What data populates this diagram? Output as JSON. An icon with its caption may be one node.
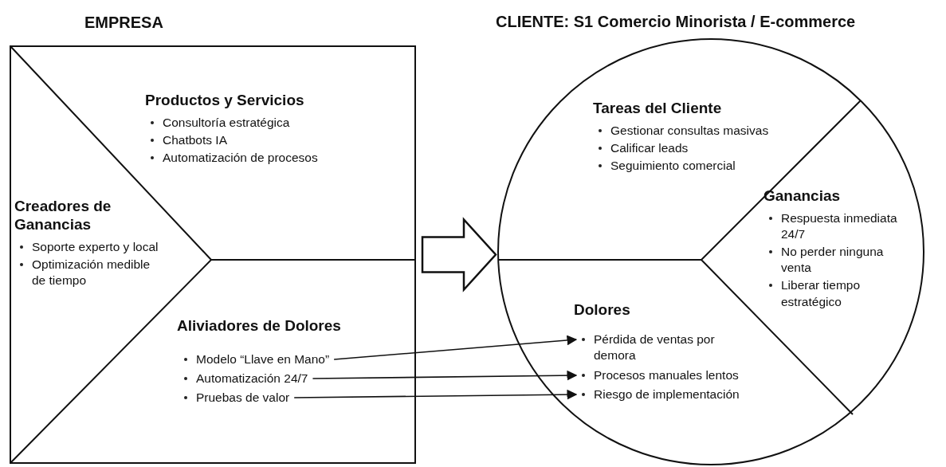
{
  "diagram": {
    "nodes": [
      {
        "text": [
          "EMPRESA"
        ]
      },
      {
        "text": [
          "Productos y Servicios",
          "Consultoría estratégica",
          "Chatbots IA",
          "Automatización de procesos"
        ],
        "in": 0
      },
      {
        "text": [
          "Creadores de Ganancias",
          "Soporte experto y local",
          "Optimización medible de tiempo"
        ],
        "in": 0
      },
      {
        "text": [
          "Aliviadores de Dolores"
        ],
        "in": 0
      },
      {
        "text": [
          "Modelo “Llave en Mano”"
        ],
        "in": 3
      },
      {
        "text": [
          "Automatización 24/7"
        ],
        "in": 3
      },
      {
        "text": [
          "Pruebas de valor"
        ],
        "in": 3
      },
      {
        "text": [
          "CLIENTE: S1 Comercio Minorista / E-commerce"
        ]
      },
      {
        "text": [
          "Tareas del Cliente",
          "Gestionar consultas masivas",
          "Calificar leads",
          "Seguimiento comercial"
        ],
        "in": 7
      },
      {
        "text": [
          "Ganancias",
          "Respuesta inmediata 24/7",
          "No perder ninguna venta",
          "Liberar tiempo estratégico"
        ],
        "in": 7
      },
      {
        "text": [
          "Dolores"
        ],
        "in": 7
      },
      {
        "text": [
          "Pérdida de ventas por demora"
        ],
        "in": 10
      },
      {
        "text": [
          "Procesos manuales lentos"
        ],
        "in": 10
      },
      {
        "text": [
          "Riesgo de implementación"
        ],
        "in": 10
      }
    ],
    "edges": [
      {
        "from": 0,
        "to": 7,
        "arrow": "to",
        "style": "thick"
      },
      {
        "from": 4,
        "to": 11,
        "arrow": "to"
      },
      {
        "from": 5,
        "to": 12,
        "arrow": "to"
      },
      {
        "from": 6,
        "to": 13,
        "arrow": "to"
      }
    ]
  }
}
